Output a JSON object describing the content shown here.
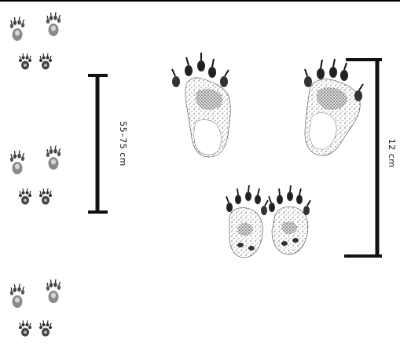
{
  "diagram": {
    "trackway_scale": {
      "label": "55–75 cm"
    },
    "print_scale": {
      "label": "12 cm"
    },
    "trackway": {
      "groups": 3,
      "description_icon": "paw-print-icon"
    },
    "prints": [
      {
        "name": "large-print-left",
        "icon": "hind-foot-print-icon"
      },
      {
        "name": "large-print-right",
        "icon": "hind-foot-print-icon"
      },
      {
        "name": "small-print-left",
        "icon": "fore-foot-print-icon"
      },
      {
        "name": "small-print-right",
        "icon": "fore-foot-print-icon"
      }
    ],
    "colors": {
      "ink": "#111111",
      "stipple": "#555555",
      "trail": "#6b6b6b"
    }
  }
}
